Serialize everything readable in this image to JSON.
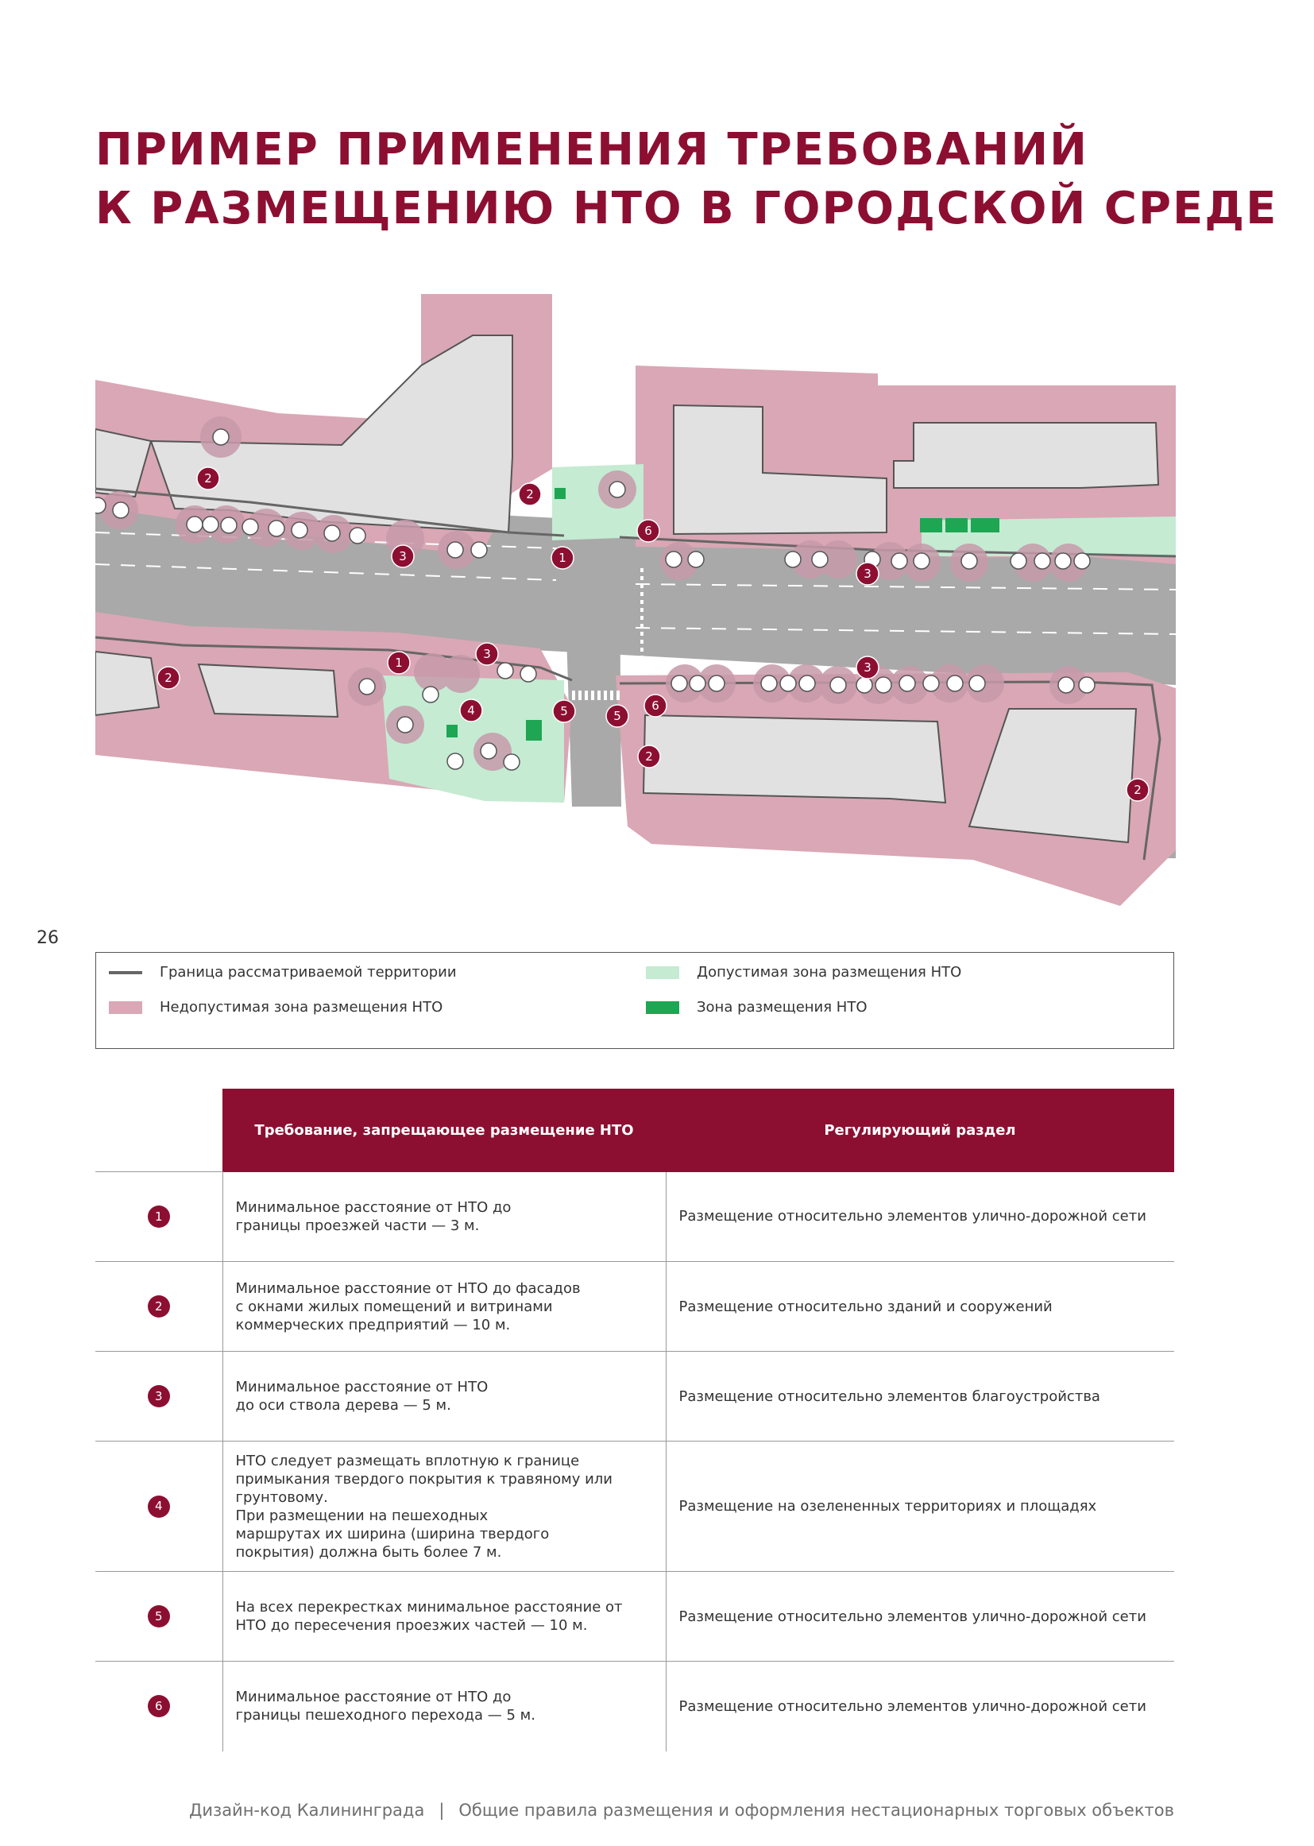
{
  "title": {
    "line1": "ПРИМЕР ПРИМЕНЕНИЯ ТРЕБОВАНИЙ",
    "line2": "К РАЗМЕЩЕНИЮ НТО В ГОРОДСКОЙ СРЕДЕ"
  },
  "page_number": "26",
  "map": {
    "markers": [
      "1",
      "2",
      "3",
      "4",
      "5",
      "6"
    ]
  },
  "legend": {
    "boundary": "Граница рассматриваемой территории",
    "forbidden": "Недопустимая зона размещения НТО",
    "allowed": "Допустимая зона размещения НТО",
    "placement": "Зона размещения НТО"
  },
  "colors": {
    "brand": "#8c0f32",
    "forbidden": "#d9a7b5",
    "allowed": "#c5ebd3",
    "placement": "#1ea653",
    "road": "#a9a9a9",
    "building": "#e1e1e1"
  },
  "table": {
    "header_requirement": "Требование, запрещающее размещение НТО",
    "header_section": "Регулирующий раздел",
    "rows": [
      {
        "num": "1",
        "requirement": "Минимальное расстояние от НТО до\nграницы проезжей части — 3 м.",
        "section": "Размещение относительно элементов улично-дорожной сети"
      },
      {
        "num": "2",
        "requirement": "Минимальное расстояние от НТО до фасадов\nс окнами жилых помещений и витринами\nкоммерческих предприятий — 10 м.",
        "section": "Размещение относительно зданий и сооружений"
      },
      {
        "num": "3",
        "requirement": "Минимальное расстояние от НТО\nдо оси ствола дерева — 5 м.",
        "section": "Размещение относительно элементов благоустройства"
      },
      {
        "num": "4",
        "requirement": "НТО следует размещать вплотную к границе\nпримыкания твердого покрытия к травяному или\nгрунтовому.\nПри размещении на пешеходных\nмаршрутах их ширина (ширина твердого\nпокрытия) должна быть более 7 м.",
        "section": "Размещение на озелененных территориях и площадях"
      },
      {
        "num": "5",
        "requirement": "На всех перекрестках минимальное расстояние от\nНТО до пересечения проезжих частей — 10 м.",
        "section": "Размещение относительно элементов улично-дорожной сети"
      },
      {
        "num": "6",
        "requirement": "Минимальное расстояние от НТО до\nграницы пешеходного перехода — 5 м.",
        "section": "Размещение относительно элементов улично-дорожной сети"
      }
    ]
  },
  "footer": {
    "left": "Дизайн-код Калининграда",
    "separator": "|",
    "right": "Общие правила размещения и оформления нестационарных торговых объектов"
  }
}
